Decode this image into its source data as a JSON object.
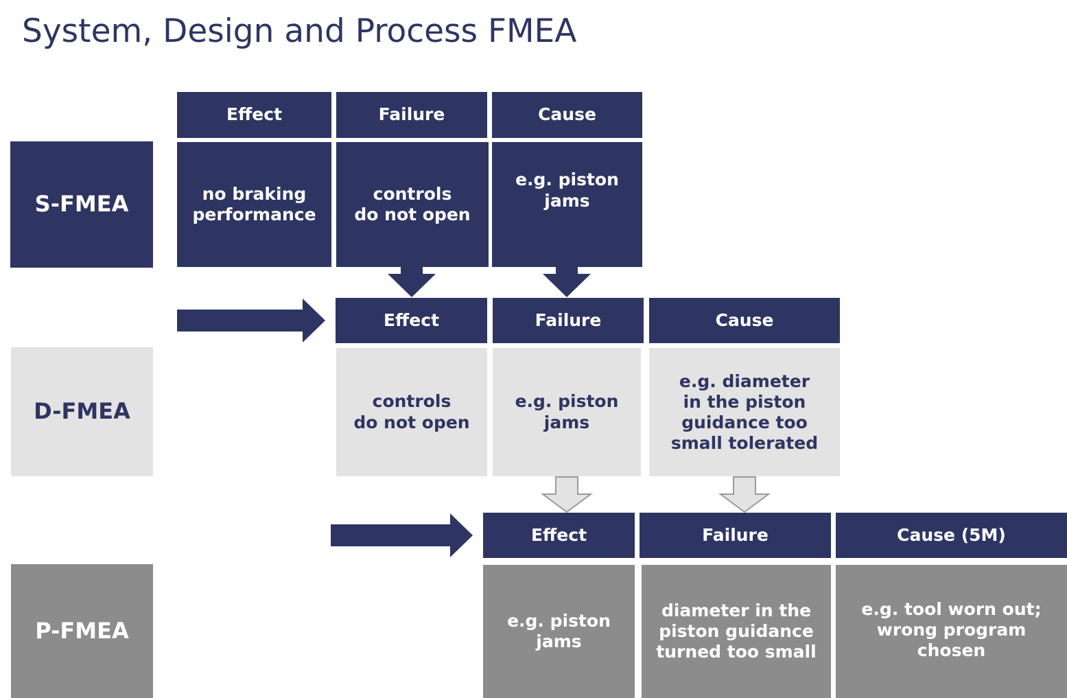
{
  "title": "System, Design and Process FMEA",
  "colors": {
    "dark": "#2e3562",
    "light": "#e3e3e3",
    "mid": "#8c8c8c",
    "arrow_outline": "#9a9a9a"
  },
  "rows": {
    "s": {
      "label": "S-FMEA",
      "headers": [
        "Effect",
        "Failure",
        "Cause"
      ],
      "cells": [
        [
          "no braking",
          "performance"
        ],
        [
          "controls",
          "do not open"
        ],
        [
          "e.g. piston",
          "jams"
        ]
      ]
    },
    "d": {
      "label": "D-FMEA",
      "headers": [
        "Effect",
        "Failure",
        "Cause"
      ],
      "cells": [
        [
          "controls",
          "do not open"
        ],
        [
          "e.g. piston",
          "jams"
        ],
        [
          "e.g. diameter",
          "in  the piston",
          "guidance too",
          "small tolerated"
        ]
      ]
    },
    "p": {
      "label": "P-FMEA",
      "headers": [
        "Effect",
        "Failure",
        "Cause (5M)"
      ],
      "cells": [
        [
          "e.g. piston",
          "jams"
        ],
        [
          "diameter in the",
          "piston guidance",
          "turned too small"
        ],
        [
          "e.g. tool worn out;",
          "wrong program",
          "chosen"
        ]
      ]
    }
  }
}
